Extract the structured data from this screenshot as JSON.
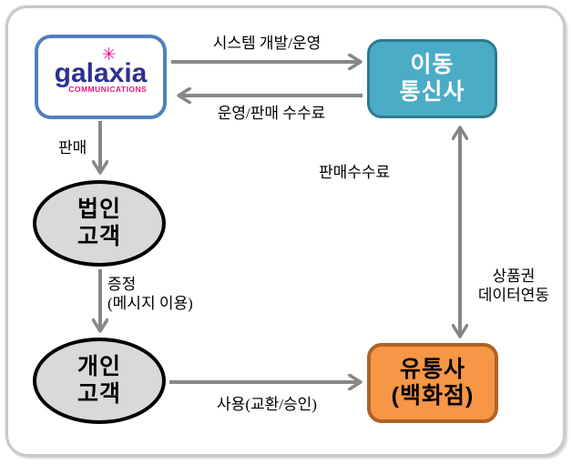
{
  "nodes": {
    "galaxia": {
      "type": "rounded-rect",
      "brand": "galaxia",
      "brand_sub": "COMMUNICATIONS",
      "star_icon": "✳"
    },
    "carrier": {
      "type": "rounded-rect",
      "line1": "이동",
      "line2": "통신사",
      "fill": "#4BACC6",
      "border": "#2D7A8F"
    },
    "corporate": {
      "type": "ellipse",
      "line1": "법인",
      "line2": "고객",
      "fill": "#D9D9D9",
      "border": "#000000"
    },
    "individual": {
      "type": "ellipse",
      "line1": "개인",
      "line2": "고객",
      "fill": "#D9D9D9",
      "border": "#000000"
    },
    "distributor": {
      "type": "rounded-rect",
      "line1": "유통사",
      "line2": "(백화점)",
      "fill": "#F79646",
      "border": "#AF6226"
    }
  },
  "edges": [
    {
      "from": "galaxia",
      "to": "carrier",
      "label": "시스템 개발/운영"
    },
    {
      "from": "carrier",
      "to": "galaxia",
      "label": "운영/판매 수수료"
    },
    {
      "from": "galaxia",
      "to": "corporate",
      "label": "판매"
    },
    {
      "from": "corporate",
      "to": "individual",
      "label_line1": "증정",
      "label_line2": "(메시지 이용)"
    },
    {
      "from": "individual",
      "to": "distributor",
      "label": "사용(교환/승인)"
    },
    {
      "from": "distributor",
      "to": "carrier",
      "bidirectional": true,
      "label_left": "판매수수료",
      "label_right_line1": "상품권",
      "label_right_line2": "데이터연동"
    }
  ],
  "colors": {
    "arrow": "#878787",
    "galaxia_border": "#4F81BD",
    "logo_navy": "#2B3093",
    "logo_magenta": "#E8137D",
    "frame_border": "#C9C9C9",
    "background": "#FFFFFF"
  }
}
